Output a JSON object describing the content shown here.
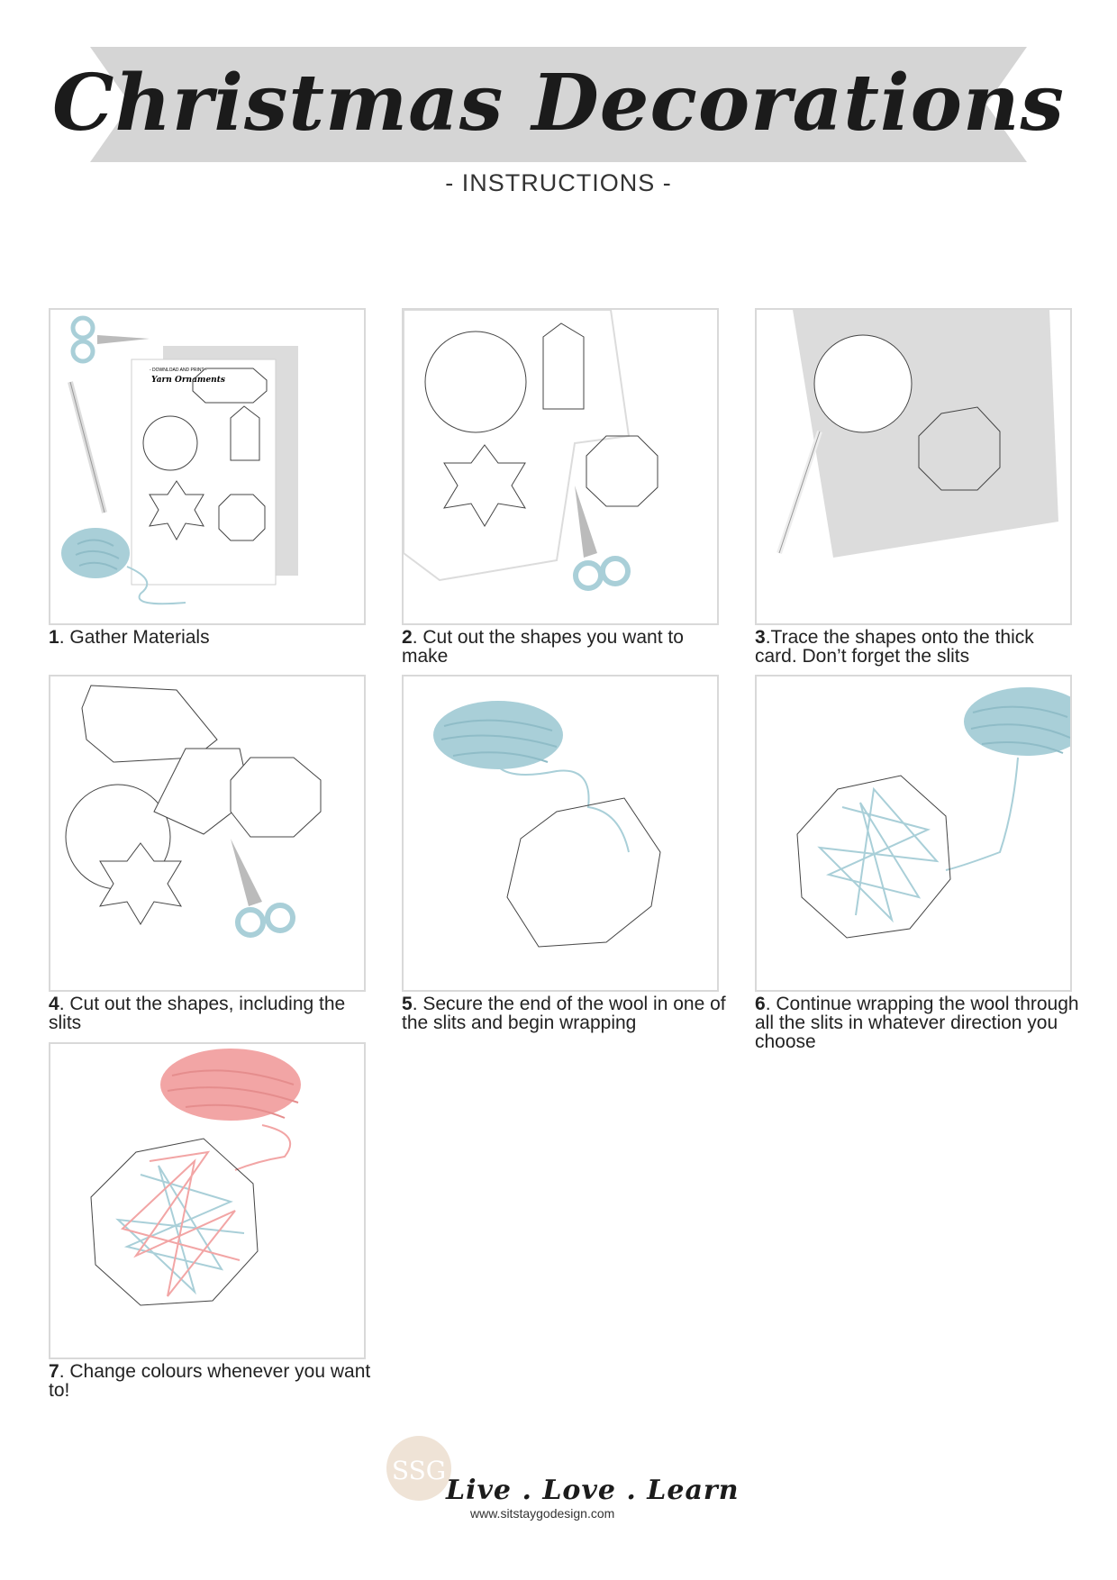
{
  "header": {
    "title": "Christmas Decorations",
    "subtitle": "- INSTRUCTIONS -"
  },
  "colors": {
    "banner": "#d5d5d5",
    "wool_blue": "#a9cfd8",
    "wool_pink": "#f2a5a5",
    "card_grey": "#dcdcdc"
  },
  "steps": [
    {
      "num": "1",
      "text": ". Gather Materials",
      "sheet_heading": "- DOWNLOAD AND PRINT -",
      "sheet_title": "Yarn Ornaments"
    },
    {
      "num": "2",
      "text": ". Cut out the shapes you want to make"
    },
    {
      "num": "3",
      "text": ".Trace the shapes onto the thick card. Don’t forget the slits"
    },
    {
      "num": "4",
      "text": ". Cut out the shapes, including the slits"
    },
    {
      "num": "5",
      "text": ". Secure the end of the wool in one of the slits and begin wrapping"
    },
    {
      "num": "6",
      "text": ". Continue wrapping the wool through all the slits in whatever direction you choose"
    },
    {
      "num": "7",
      "text": ". Change colours whenever you want to!"
    }
  ],
  "footer": {
    "logo_text": "SSG",
    "tagline": "Live . Love . Learn",
    "website": "www.sitstaygodesign.com"
  }
}
